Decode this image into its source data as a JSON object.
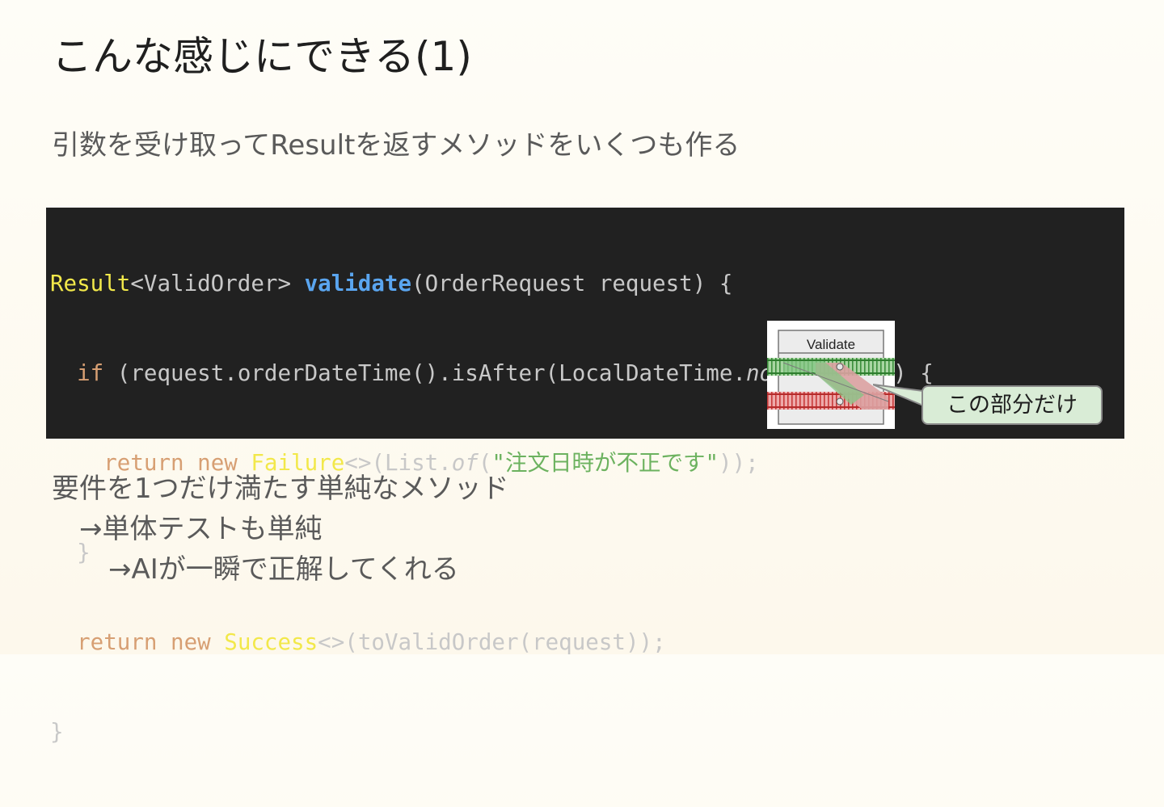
{
  "slide": {
    "title": "こんな感じにできる(1)",
    "subtitle": "引数を受け取ってResultを返すメソッドをいくつも作る"
  },
  "code": {
    "line1": {
      "type": "Result",
      "generic": "<ValidOrder> ",
      "method": "validate",
      "rest": "(OrderRequest request) {"
    },
    "line2": {
      "indent": "  ",
      "keyword": "if",
      "before_now": " (request.orderDateTime().isAfter(LocalDateTime.",
      "now": "now",
      "after_now": "(clock))) {"
    },
    "line3": {
      "indent": "    ",
      "kw_return": "return",
      "kw_new": "new",
      "type": "Failure",
      "mid": "<>(List.",
      "of": "of",
      "open": "(",
      "string": "\"注文日時が不正です\"",
      "close": "));"
    },
    "line4": "  }",
    "line5": {
      "indent": "  ",
      "kw_return": "return",
      "kw_new": "new",
      "type": "Success",
      "rest": "<>(toValidOrder(request));"
    },
    "line6": "}"
  },
  "diagram": {
    "label": "Validate",
    "colors": {
      "success": "#4fae4f",
      "failure": "#d64545"
    }
  },
  "callout": {
    "text": "この部分だけ"
  },
  "notes": [
    "要件を1つだけ満たす単純なメソッド",
    "→単体テストも単純",
    "→AIが一瞬で正解してくれる"
  ],
  "colors": {
    "background": "#fefbf1",
    "code_background": "#212121",
    "code_type": "#f2e84a",
    "code_method": "#5aa5ef",
    "code_keyword": "#d79f73",
    "code_string": "#6cb25f",
    "callout_fill": "#d9ecd6"
  }
}
